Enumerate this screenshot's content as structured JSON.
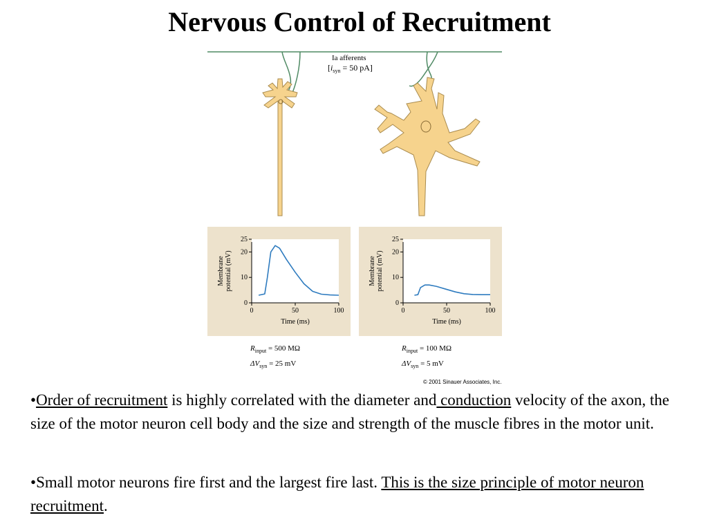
{
  "slide": {
    "title": "Nervous Control of Recruitment"
  },
  "figure": {
    "afferent_label": "Ia afferents",
    "syn_current_prefix": "i",
    "syn_current_sub": "syn",
    "syn_current_value": " = 50 pA",
    "copyright": "© 2001 Sinauer Associates, Inc.",
    "panels": [
      {
        "r_input_symbol": "R",
        "r_input_sub": "input",
        "r_input_value": " = 500 MΩ",
        "dv_symbol": "ΔV",
        "dv_sub": "syn",
        "dv_value": " = 25 mV"
      },
      {
        "r_input_symbol": "R",
        "r_input_sub": "input",
        "r_input_value": " = 100 MΩ",
        "dv_symbol": "ΔV",
        "dv_sub": "syn",
        "dv_value": " = 5 mV"
      }
    ]
  },
  "chart_data": [
    {
      "type": "line",
      "ylabel": "Membrane potential (mV)",
      "xlabel": "Time (ms)",
      "xlim": [
        0,
        100
      ],
      "ylim": [
        0,
        25
      ],
      "xticks": [
        0,
        50,
        100
      ],
      "yticks": [
        0,
        10,
        20,
        25
      ],
      "series": [
        {
          "color": "#2e7bbf",
          "x": [
            8,
            15,
            18,
            22,
            27,
            32,
            40,
            50,
            60,
            70,
            80,
            90,
            100
          ],
          "y": [
            3,
            3.5,
            10,
            20,
            22.5,
            21.5,
            17,
            12,
            7.5,
            4.5,
            3.4,
            3.1,
            3
          ]
        }
      ]
    },
    {
      "type": "line",
      "ylabel": "Membrane potential (mV)",
      "xlabel": "Time (ms)",
      "xlim": [
        0,
        100
      ],
      "ylim": [
        0,
        25
      ],
      "xticks": [
        0,
        50,
        100
      ],
      "yticks": [
        0,
        10,
        20,
        25
      ],
      "series": [
        {
          "color": "#2e7bbf",
          "x": [
            13,
            17,
            20,
            25,
            30,
            38,
            48,
            60,
            70,
            80,
            90,
            100
          ],
          "y": [
            3,
            3.2,
            6,
            7,
            7,
            6.5,
            5.5,
            4.3,
            3.6,
            3.3,
            3.2,
            3.2
          ]
        }
      ]
    }
  ],
  "bullets": {
    "b1_dot": "•",
    "b1_link1": "Order of recruitment",
    "b1_text1": " is highly correlated with the diameter and",
    "b1_link2": " conduction",
    "b1_text2": " velocity of the axon, the size of the motor neuron cell body and the size and strength of the muscle fibres in the motor unit.",
    "b2_dot": "•",
    "b2_text1": "Small motor neurons fire first and the largest fire last. ",
    "b2_link": "This is the size principle of motor neuron recruitment",
    "b2_end": "."
  }
}
